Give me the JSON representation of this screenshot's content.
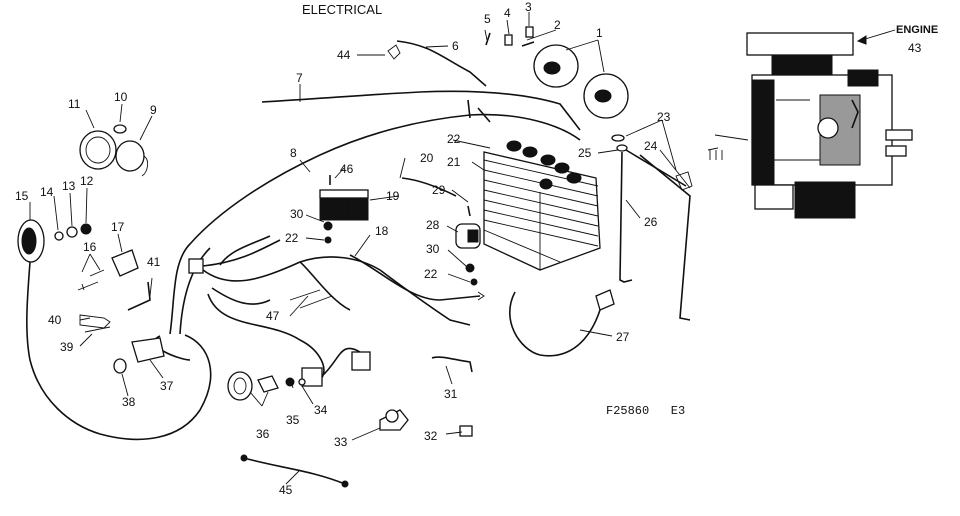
{
  "title": "ELECTRICAL",
  "engine_label": "ENGINE",
  "figure_code": "F25860   E3",
  "callouts": [
    {
      "id": "1",
      "text": "1"
    },
    {
      "id": "2",
      "text": "2"
    },
    {
      "id": "3",
      "text": "3"
    },
    {
      "id": "4",
      "text": "4"
    },
    {
      "id": "5",
      "text": "5"
    },
    {
      "id": "6",
      "text": "6"
    },
    {
      "id": "7",
      "text": "7"
    },
    {
      "id": "8",
      "text": "8"
    },
    {
      "id": "9",
      "text": "9"
    },
    {
      "id": "10",
      "text": "10"
    },
    {
      "id": "11",
      "text": "11"
    },
    {
      "id": "12",
      "text": "12"
    },
    {
      "id": "13",
      "text": "13"
    },
    {
      "id": "14",
      "text": "14"
    },
    {
      "id": "15",
      "text": "15"
    },
    {
      "id": "16",
      "text": "16"
    },
    {
      "id": "17",
      "text": "17"
    },
    {
      "id": "18",
      "text": "18"
    },
    {
      "id": "19",
      "text": "19"
    },
    {
      "id": "20",
      "text": "20"
    },
    {
      "id": "21",
      "text": "21"
    },
    {
      "id": "22a",
      "text": "22"
    },
    {
      "id": "22b",
      "text": "22"
    },
    {
      "id": "22c",
      "text": "22"
    },
    {
      "id": "23",
      "text": "23"
    },
    {
      "id": "24",
      "text": "24"
    },
    {
      "id": "25",
      "text": "25"
    },
    {
      "id": "26",
      "text": "26"
    },
    {
      "id": "27",
      "text": "27"
    },
    {
      "id": "28",
      "text": "28"
    },
    {
      "id": "29",
      "text": "29"
    },
    {
      "id": "30a",
      "text": "30"
    },
    {
      "id": "30b",
      "text": "30"
    },
    {
      "id": "31",
      "text": "31"
    },
    {
      "id": "32",
      "text": "32"
    },
    {
      "id": "33",
      "text": "33"
    },
    {
      "id": "34",
      "text": "34"
    },
    {
      "id": "35",
      "text": "35"
    },
    {
      "id": "36",
      "text": "36"
    },
    {
      "id": "37",
      "text": "37"
    },
    {
      "id": "38",
      "text": "38"
    },
    {
      "id": "39",
      "text": "39"
    },
    {
      "id": "40",
      "text": "40"
    },
    {
      "id": "41",
      "text": "41"
    },
    {
      "id": "43",
      "text": "43"
    },
    {
      "id": "44",
      "text": "44"
    },
    {
      "id": "45",
      "text": "45"
    },
    {
      "id": "46",
      "text": "46"
    },
    {
      "id": "47",
      "text": "47"
    }
  ]
}
